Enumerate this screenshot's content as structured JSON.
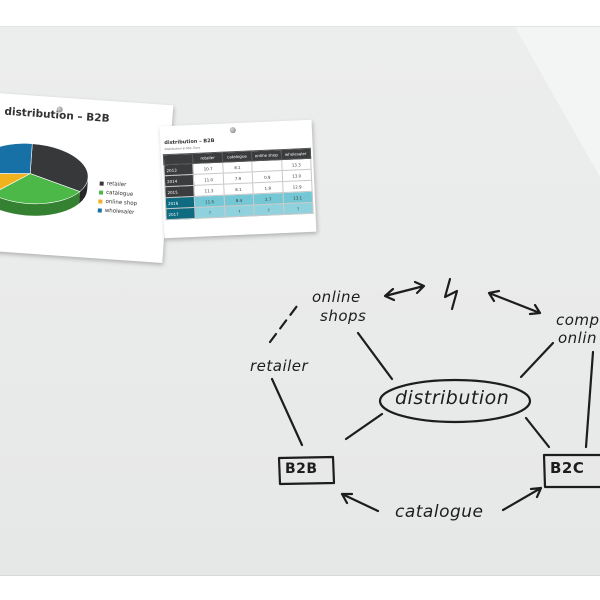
{
  "pie_sheet": {
    "title": "distribution – B2B",
    "legend": [
      {
        "label": "retailer",
        "color": "#36383a"
      },
      {
        "label": "catalogue",
        "color": "#4cb848"
      },
      {
        "label": "online shop",
        "color": "#f2b21e"
      },
      {
        "label": "wholesaler",
        "color": "#1770a6"
      }
    ],
    "slices": [
      {
        "name": "retailer",
        "value": 33,
        "color": "#36383a"
      },
      {
        "name": "catalogue",
        "value": 28,
        "color": "#4cb848"
      },
      {
        "name": "online shop",
        "value": 12,
        "color": "#f2b21e"
      },
      {
        "name": "wholesaler",
        "value": 27,
        "color": "#1770a6"
      }
    ]
  },
  "table_sheet": {
    "title": "distribution – B2B",
    "subtitle": "distribution in Mio. Euro",
    "headers": [
      "",
      "retailer",
      "catalogue",
      "online shop",
      "wholesaler"
    ],
    "rows": [
      [
        "2013",
        "10.7",
        "8.1",
        "",
        "13.3"
      ],
      [
        "2014",
        "11.0",
        "7.9",
        "0.9",
        "13.0"
      ],
      [
        "2015",
        "11.3",
        "8.1",
        "1.8",
        "12.9"
      ],
      [
        "2016",
        "11.5",
        "8.4",
        "2.7",
        "13.1"
      ],
      [
        "2017",
        "?",
        "?",
        "?",
        "?"
      ]
    ]
  },
  "whiteboard_sketch": {
    "center": "distribution",
    "left_box": "B2B",
    "right_box": "B2C",
    "top_left": [
      "online",
      "shops"
    ],
    "top_right": [
      "comp",
      "onlin"
    ],
    "left": "retailer",
    "bottom": "catalogue",
    "symbol": "lightning-bolt"
  }
}
